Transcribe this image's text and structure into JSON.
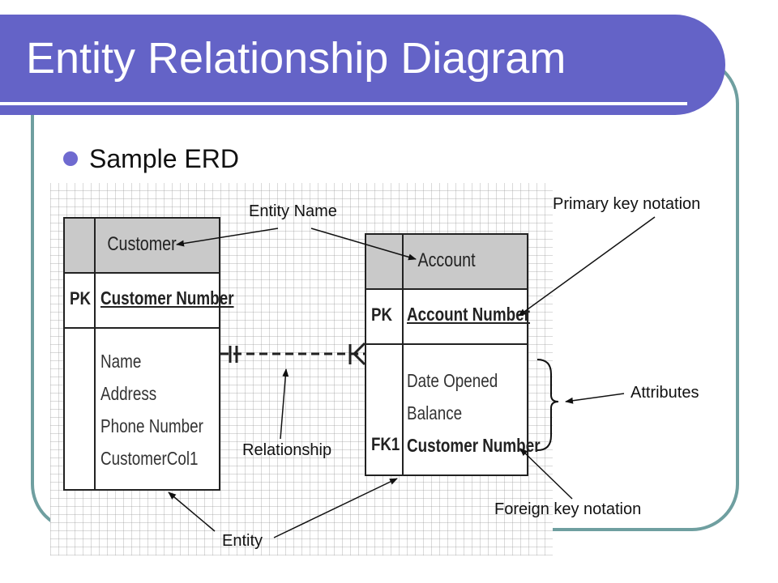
{
  "slide": {
    "title": "Entity Relationship Diagram",
    "bullet": "Sample ERD"
  },
  "entities": {
    "customer": {
      "name": "Customer",
      "pk_tag": "PK",
      "pk_field": "Customer Number",
      "attributes": [
        "Name",
        "Address",
        "Phone Number",
        "CustomerCol1"
      ]
    },
    "account": {
      "name": "Account",
      "pk_tag": "PK",
      "pk_field": "Account Number",
      "attributes": [
        "Date Opened",
        "Balance"
      ],
      "fk_tag": "FK1",
      "fk_field": "Customer Number"
    }
  },
  "annotations": {
    "entity_name": "Entity Name",
    "primary_key": "Primary key notation",
    "attributes": "Attributes",
    "relationship": "Relationship",
    "foreign_key": "Foreign key notation",
    "entity": "Entity"
  },
  "colors": {
    "title_bar": "#6463c7",
    "frame": "#6f9fa0",
    "entity_header": "#c9c9c9"
  }
}
